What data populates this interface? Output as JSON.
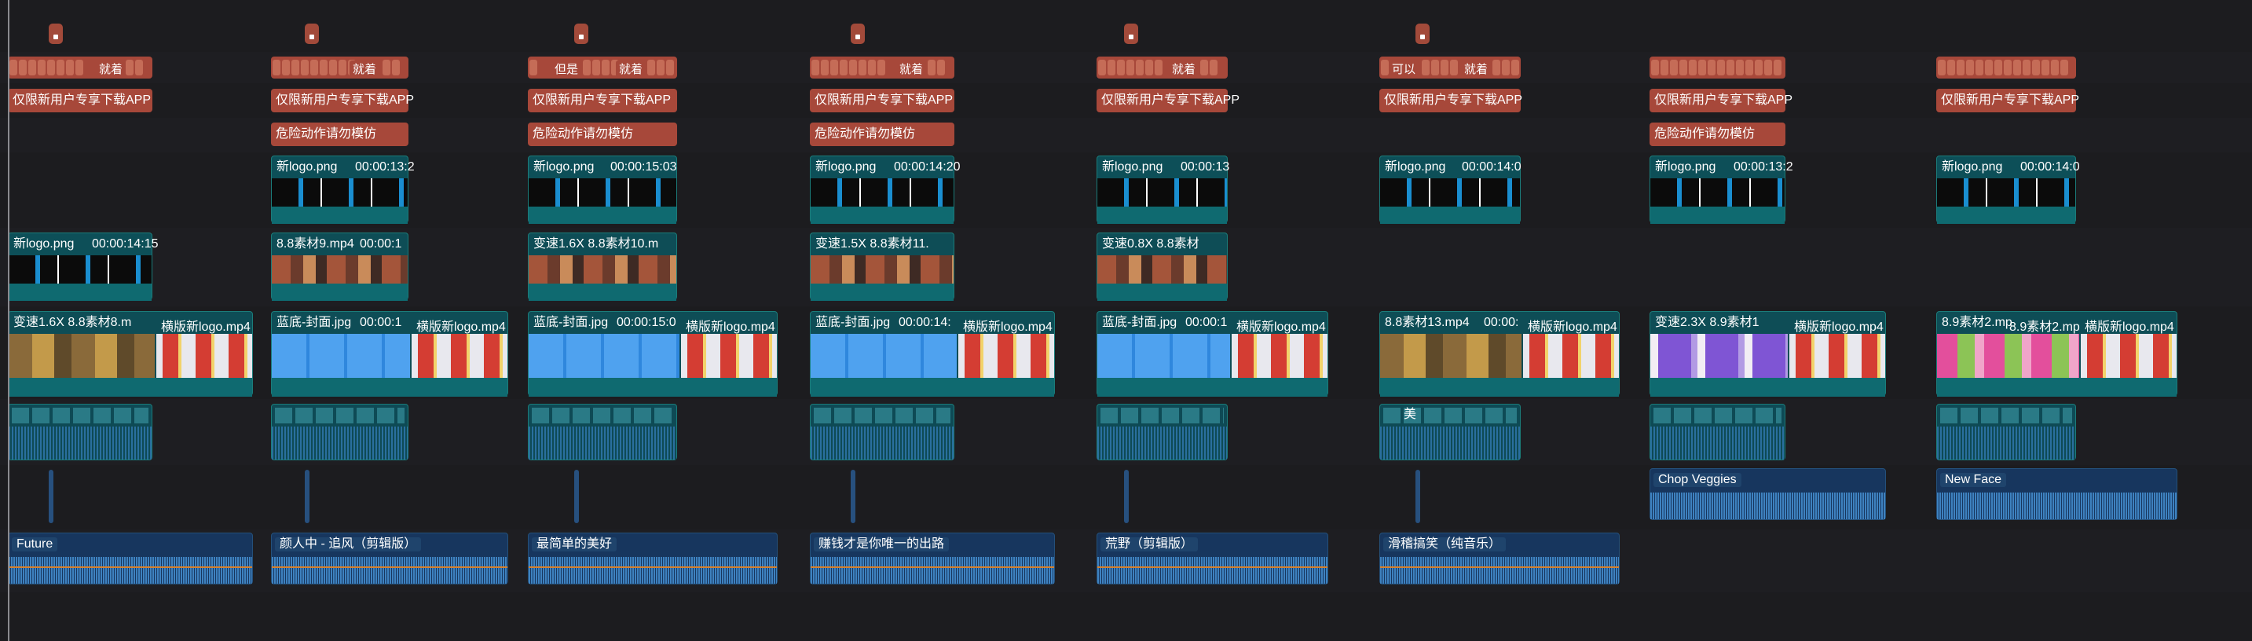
{
  "colors": {
    "background": "#1a1a1d",
    "text_clip": "#a7483a",
    "video_clip": "#0e4d56",
    "music_clip": "#17365e"
  },
  "chip_row": [
    {
      "text": "就着"
    },
    {
      "text": "就着"
    },
    {
      "text": "但是",
      "text2": "就着"
    },
    {
      "text": "就着"
    },
    {
      "text": "就着"
    },
    {
      "text": "可以",
      "text2": "就着"
    },
    {
      "text": ""
    },
    {
      "text": ""
    }
  ],
  "text_track_1": [
    {
      "label": "仅限新用户专享下载APP"
    },
    {
      "label": "仅限新用户专享下载APP"
    },
    {
      "label": "仅限新用户专享下载APP"
    },
    {
      "label": "仅限新用户专享下载APP"
    },
    {
      "label": "仅限新用户专享下载APP"
    },
    {
      "label": "仅限新用户专享下载APP"
    },
    {
      "label": "仅限新用户专享下载APP"
    },
    {
      "label": "仅限新用户专享下载APP"
    }
  ],
  "text_track_2": [
    {
      "label": "危险动作请勿模仿"
    },
    {
      "label": "危险动作请勿模仿"
    },
    {
      "label": "危险动作请勿模仿"
    },
    {
      "label": "危险动作请勿模仿"
    }
  ],
  "logo_track": [
    {
      "label": "新logo.png",
      "dur": "00:00:13:2"
    },
    {
      "label": "新logo.png",
      "dur": "00:00:15:03"
    },
    {
      "label": "新logo.png",
      "dur": "00:00:14:20"
    },
    {
      "label": "新logo.png",
      "dur": "00:00:13"
    },
    {
      "label": "新logo.png",
      "dur": "00:00:14:0"
    },
    {
      "label": "新logo.png",
      "dur": "00:00:13:2"
    },
    {
      "label": "新logo.png",
      "dur": "00:00:14:0"
    }
  ],
  "video_track": [
    {
      "label": "新logo.png",
      "dur": "00:00:14:15"
    },
    {
      "label": "8.8素材9.mp4",
      "dur": "00:00:1"
    },
    {
      "label": "变速1.6X  8.8素材10.m"
    },
    {
      "label": "变速1.5X  8.8素材11."
    },
    {
      "label": "变速0.8X  8.8素材"
    }
  ],
  "main_track": [
    {
      "label": "变速1.6X  8.8素材8.m",
      "label2": "横版新logo.mp4"
    },
    {
      "label": "蓝底-封面.jpg",
      "dur": "00:00:1",
      "label2": "横版新logo.mp4"
    },
    {
      "label": "蓝底-封面.jpg",
      "dur": "00:00:15:0",
      "label2": "横版新logo.mp4"
    },
    {
      "label": "蓝底-封面.jpg",
      "dur": "00:00:14:",
      "label2": "横版新logo.mp4"
    },
    {
      "label": "蓝底-封面.jpg",
      "dur": "00:00:1",
      "label2": "横版新logo.mp4"
    },
    {
      "label": "8.8素材13.mp4",
      "dur": "00:00:",
      "label2": "横版新logo.mp4"
    },
    {
      "label": "变速2.3X  8.9素材1",
      "label2": "横版新logo.mp4"
    },
    {
      "label": "8.9素材2.mp",
      "label2": "8.9素材2.mp",
      "label3": "横版新logo.mp4"
    }
  ],
  "sfx_track": [
    {
      "label": ""
    },
    {
      "label": ""
    },
    {
      "label": ""
    },
    {
      "label": ""
    },
    {
      "label": ""
    },
    {
      "label": "美"
    },
    {
      "label": ""
    },
    {
      "label": ""
    }
  ],
  "music_track_upper": [
    {
      "label": "Chop Veggies"
    },
    {
      "label": "New Face"
    }
  ],
  "music_track": [
    {
      "label": "Future"
    },
    {
      "label": "颜人中 - 追风（剪辑版）"
    },
    {
      "label": "最简单的美好"
    },
    {
      "label": "赚钱才是你唯一的出路"
    },
    {
      "label": "荒野（剪辑版）"
    },
    {
      "label": "滑稽搞笑（纯音乐）"
    }
  ]
}
